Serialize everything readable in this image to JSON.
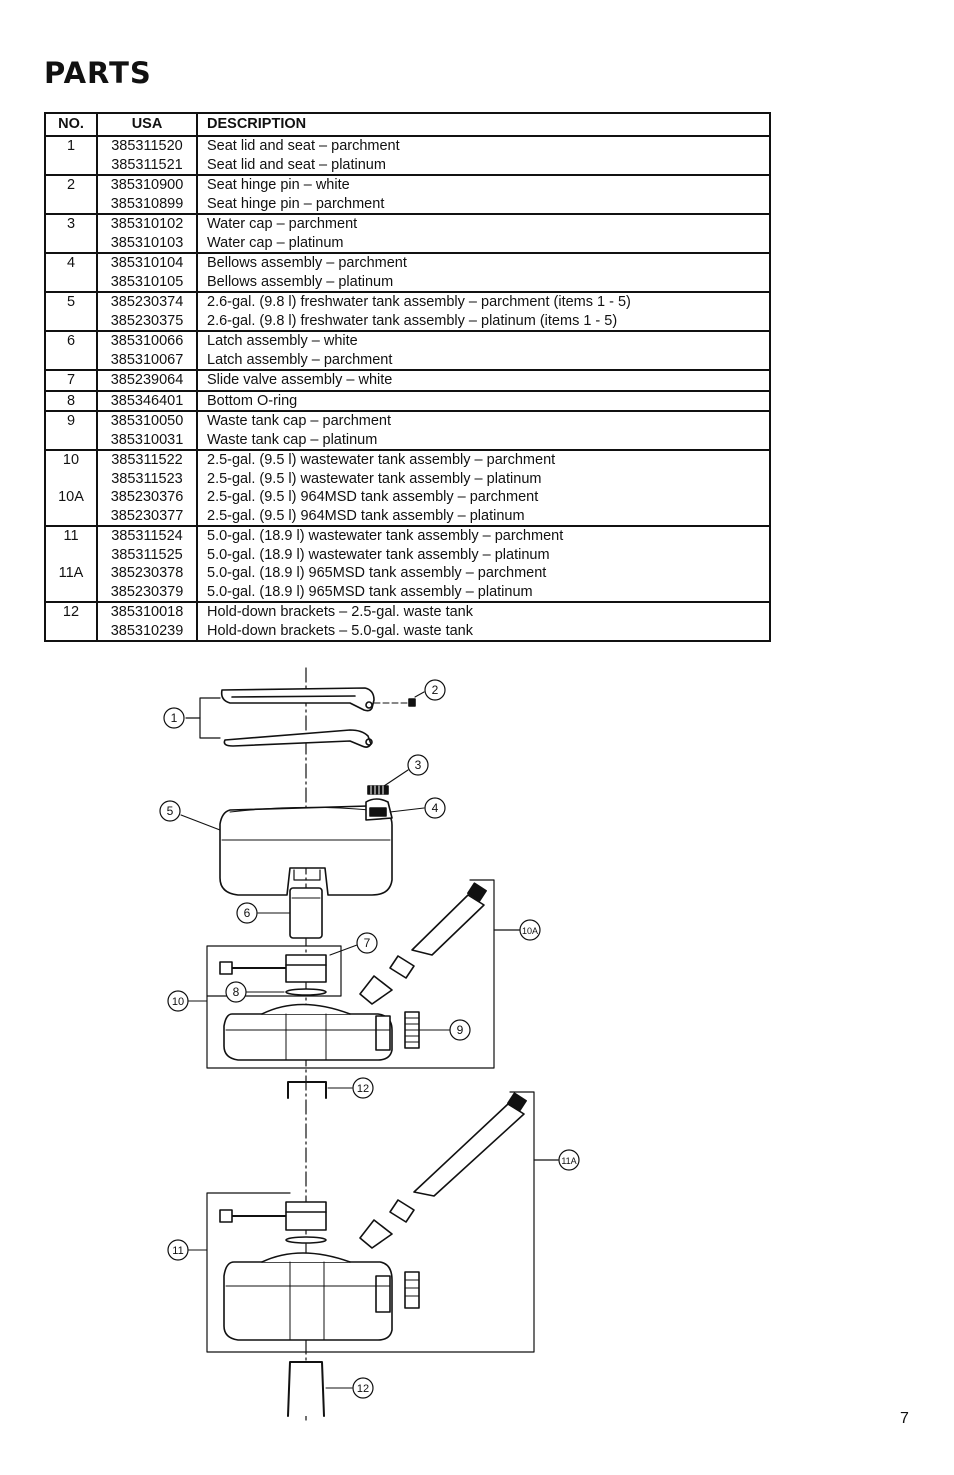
{
  "page": {
    "title": "PARTS",
    "page_number": "7"
  },
  "table": {
    "headers": [
      "NO.",
      "USA",
      "DESCRIPTION"
    ],
    "rows": [
      {
        "no": [
          "1",
          ""
        ],
        "usa": [
          "385311520",
          "385311521"
        ],
        "desc": [
          "Seat lid and seat – parchment",
          "Seat lid and seat – platinum"
        ]
      },
      {
        "no": [
          "2",
          ""
        ],
        "usa": [
          "385310900",
          "385310899"
        ],
        "desc": [
          "Seat hinge pin – white",
          "Seat hinge pin – parchment"
        ]
      },
      {
        "no": [
          "3",
          ""
        ],
        "usa": [
          "385310102",
          "385310103"
        ],
        "desc": [
          "Water cap – parchment",
          "Water cap – platinum"
        ]
      },
      {
        "no": [
          "4",
          ""
        ],
        "usa": [
          "385310104",
          "385310105"
        ],
        "desc": [
          "Bellows assembly – parchment",
          "Bellows assembly – platinum"
        ]
      },
      {
        "no": [
          "5",
          ""
        ],
        "usa": [
          "385230374",
          "385230375"
        ],
        "desc": [
          "2.6-gal. (9.8 l) freshwater tank assembly – parchment (items 1 - 5)",
          "2.6-gal. (9.8 l) freshwater tank assembly – platinum (items 1 - 5)"
        ]
      },
      {
        "no": [
          "6",
          ""
        ],
        "usa": [
          "385310066",
          "385310067"
        ],
        "desc": [
          "Latch assembly – white",
          "Latch assembly – parchment"
        ]
      },
      {
        "no": [
          "7"
        ],
        "usa": [
          "385239064"
        ],
        "desc": [
          "Slide valve assembly – white"
        ]
      },
      {
        "no": [
          "8"
        ],
        "usa": [
          "385346401"
        ],
        "desc": [
          "Bottom O-ring"
        ]
      },
      {
        "no": [
          "9",
          ""
        ],
        "usa": [
          "385310050",
          "385310031"
        ],
        "desc": [
          "Waste tank cap – parchment",
          "Waste tank cap – platinum"
        ]
      },
      {
        "no": [
          "10",
          "",
          "10A",
          ""
        ],
        "usa": [
          "385311522",
          "385311523",
          "385230376",
          "385230377"
        ],
        "desc": [
          "2.5-gal. (9.5 l) wastewater tank assembly – parchment",
          "2.5-gal. (9.5 l) wastewater tank assembly – platinum",
          "2.5-gal. (9.5 l) 964MSD tank assembly – parchment",
          "2.5-gal. (9.5 l) 964MSD tank assembly – platinum"
        ]
      },
      {
        "no": [
          "11",
          "",
          "11A",
          ""
        ],
        "usa": [
          "385311524",
          "385311525",
          "385230378",
          "385230379"
        ],
        "desc": [
          "5.0-gal. (18.9 l) wastewater tank assembly – parchment",
          "5.0-gal. (18.9 l) wastewater tank assembly – platinum",
          "5.0-gal. (18.9 l) 965MSD tank assembly – parchment",
          "5.0-gal. (18.9 l) 965MSD tank assembly – platinum"
        ]
      },
      {
        "no": [
          "12",
          ""
        ],
        "usa": [
          "385310018",
          "385310239"
        ],
        "desc": [
          "Hold-down brackets – 2.5-gal. waste tank",
          "Hold-down brackets – 5.0-gal. waste tank"
        ]
      }
    ]
  },
  "diagram": {
    "callouts": [
      "1",
      "2",
      "3",
      "4",
      "5",
      "6",
      "7",
      "8",
      "9",
      "10",
      "10A",
      "12",
      "11A",
      "11",
      "12"
    ]
  }
}
